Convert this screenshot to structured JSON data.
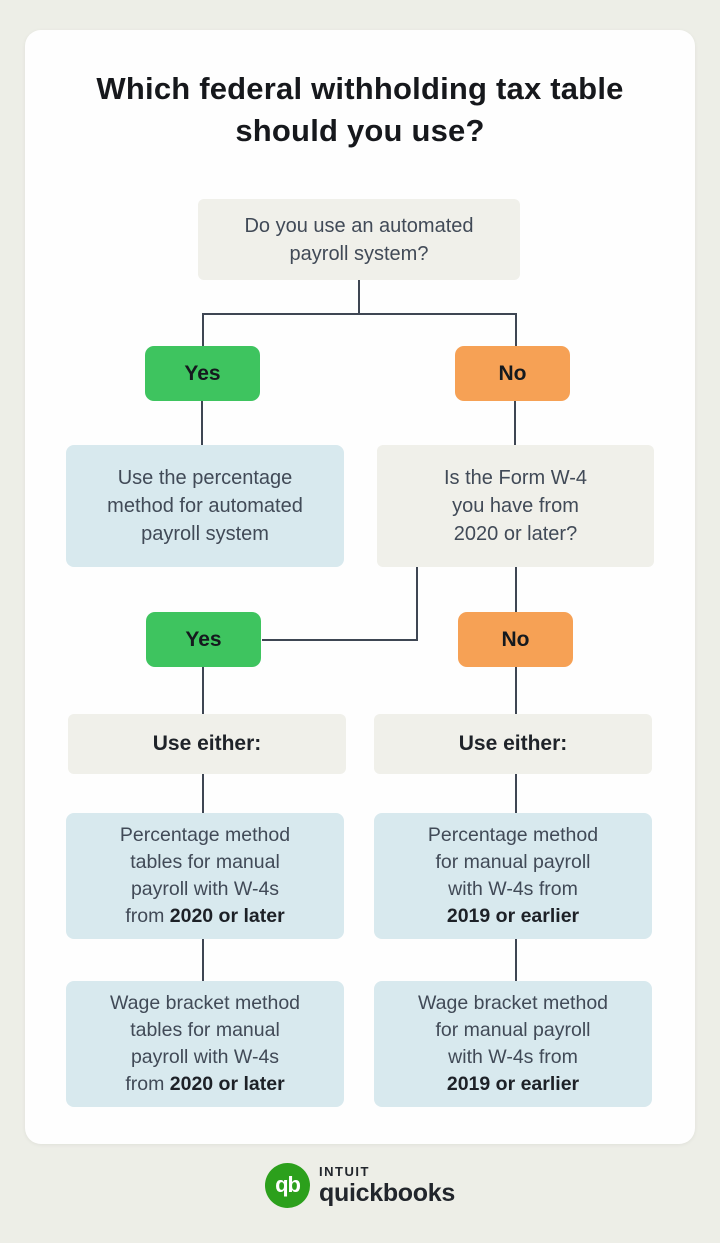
{
  "palette": {
    "page_background": "#edeee7",
    "card_background": "#fefefe",
    "question_box": "#f0f0ea",
    "result_box": "#d8e9ee",
    "yes_green": "#3ec45f",
    "no_orange": "#f6a155",
    "connector_line": "#3e4653",
    "body_text": "#414a57",
    "emphasis_text": "#1d2127",
    "brand_green": "#2ca01c"
  },
  "title": {
    "line1": "Which federal withholding tax",
    "line2": "table should you use?"
  },
  "flowchart": {
    "q1": {
      "lines": [
        "Do you use an automated",
        "payroll system?"
      ]
    },
    "yes1": "Yes",
    "no1": "No",
    "auto_result": {
      "lines": [
        "Use the percentage",
        "method for automated",
        "payroll system"
      ]
    },
    "q2": {
      "lines": [
        "Is the Form W-4",
        "you have from",
        "2020 or later?"
      ]
    },
    "yes2": "Yes",
    "no2": "No",
    "use_either_left": "Use either:",
    "use_either_right": "Use either:",
    "pct_left": {
      "lines": [
        "Percentage method",
        "tables for manual",
        "payroll with W-4s"
      ],
      "last_prefix": "from ",
      "last_bold": "2020 or later"
    },
    "pct_right": {
      "lines": [
        "Percentage method",
        "for manual payroll",
        "with W-4s from"
      ],
      "last_prefix": "",
      "last_bold": "2019 or earlier"
    },
    "wage_left": {
      "lines": [
        "Wage bracket method",
        "tables for manual",
        "payroll with W-4s"
      ],
      "last_prefix": "from ",
      "last_bold": "2020 or later"
    },
    "wage_right": {
      "lines": [
        "Wage bracket method",
        "for manual payroll",
        "with W-4s from"
      ],
      "last_prefix": "",
      "last_bold": "2019 or earlier"
    }
  },
  "logo": {
    "monogram": "qb",
    "intuit": "INTUIT",
    "quickbooks": "quickbooks"
  }
}
